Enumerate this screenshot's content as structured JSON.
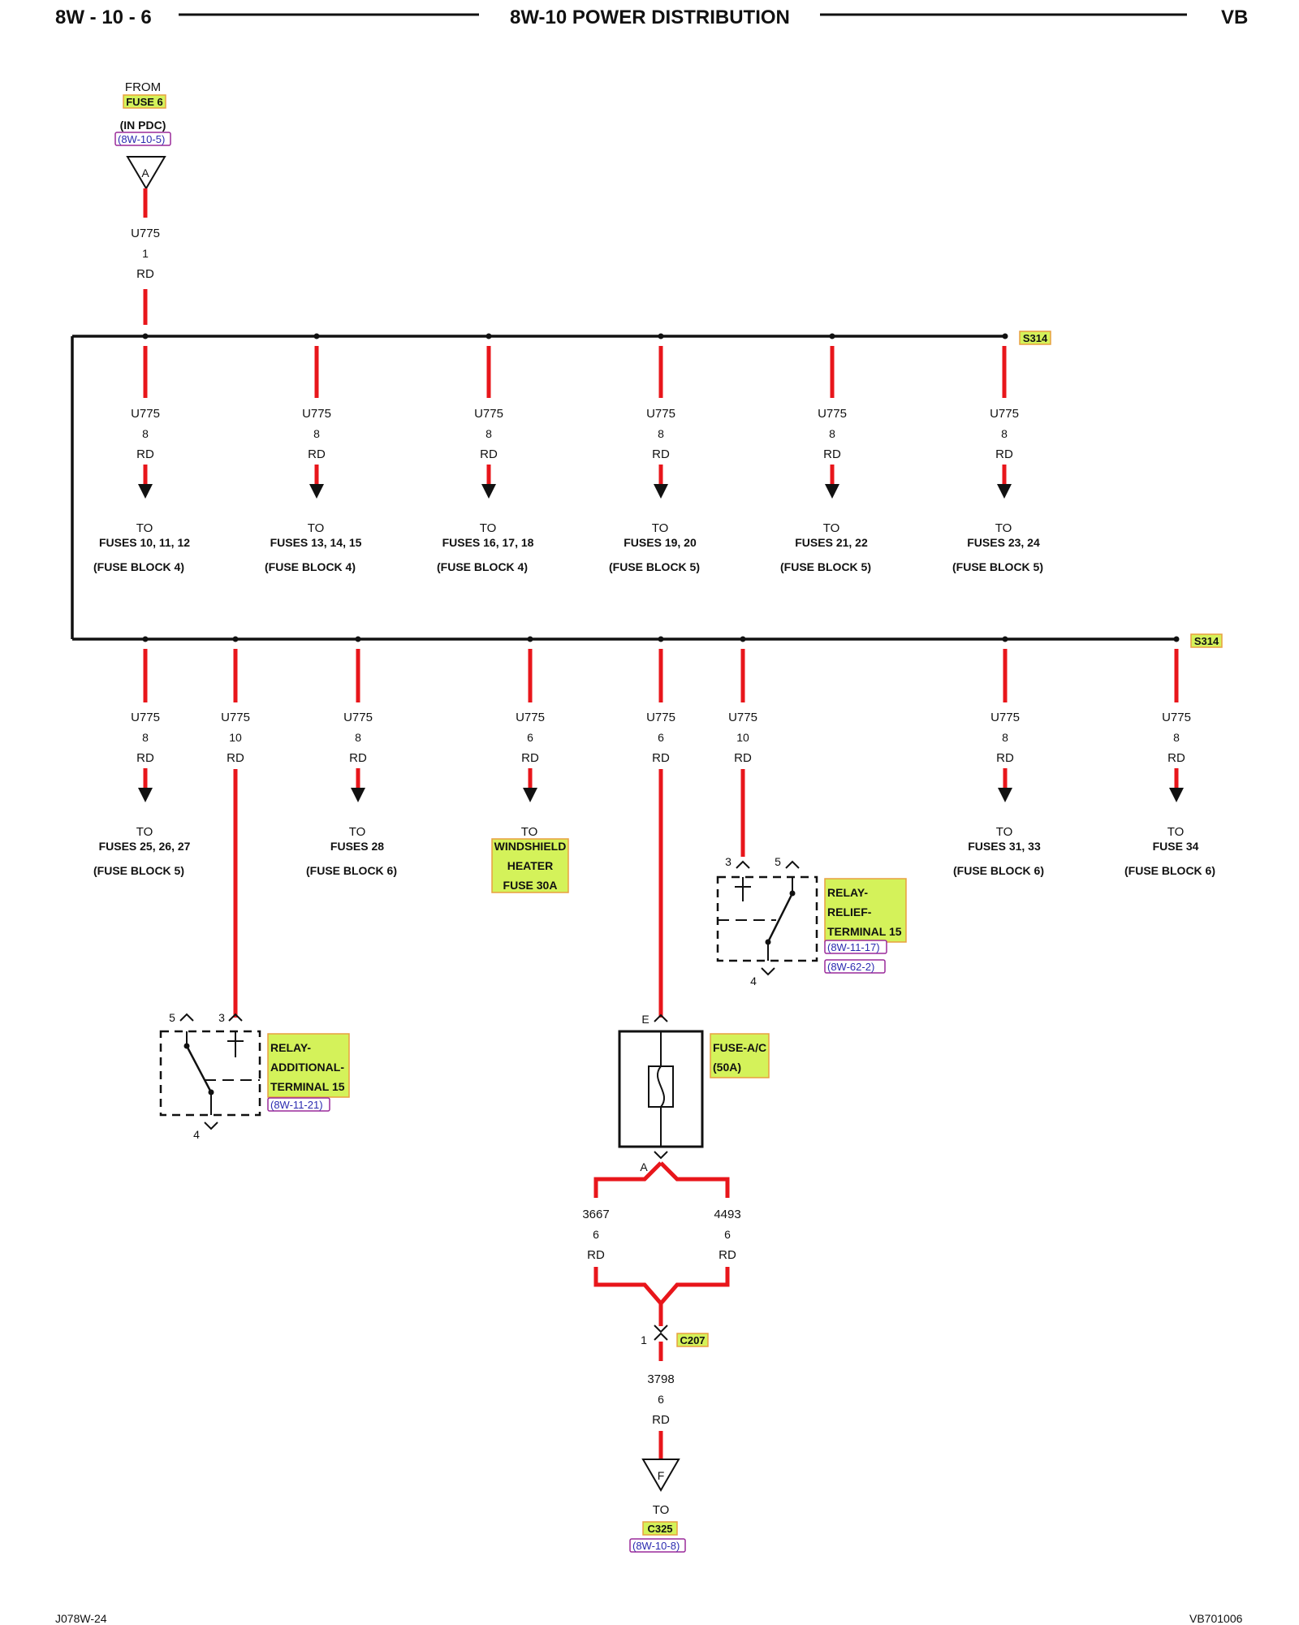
{
  "header": {
    "page_number": "8W - 10 - 6",
    "title": "8W-10 POWER DISTRIBUTION",
    "code": "VB"
  },
  "footer": {
    "left": "J078W-24",
    "right": "VB701006"
  },
  "source": {
    "from": "FROM",
    "fuse": "FUSE 6",
    "location": "(IN PDC)",
    "ref": "(8W-10-5)",
    "terminal": "A",
    "wire": {
      "circuit": "U775",
      "gauge": "1",
      "color": "RD"
    }
  },
  "splices": {
    "upper": "S314",
    "lower": "S314"
  },
  "upper_branches": [
    {
      "circuit": "U775",
      "gauge": "8",
      "color": "RD",
      "to": "TO",
      "dest": "FUSES 10, 11, 12",
      "block": "(FUSE BLOCK 4)"
    },
    {
      "circuit": "U775",
      "gauge": "8",
      "color": "RD",
      "to": "TO",
      "dest": "FUSES 13, 14, 15",
      "block": "(FUSE BLOCK 4)"
    },
    {
      "circuit": "U775",
      "gauge": "8",
      "color": "RD",
      "to": "TO",
      "dest": "FUSES 16, 17, 18",
      "block": "(FUSE BLOCK 4)"
    },
    {
      "circuit": "U775",
      "gauge": "8",
      "color": "RD",
      "to": "TO",
      "dest": "FUSES 19, 20",
      "block": "(FUSE BLOCK 5)"
    },
    {
      "circuit": "U775",
      "gauge": "8",
      "color": "RD",
      "to": "TO",
      "dest": "FUSES 21, 22",
      "block": "(FUSE BLOCK 5)"
    },
    {
      "circuit": "U775",
      "gauge": "8",
      "color": "RD",
      "to": "TO",
      "dest": "FUSES 23, 24",
      "block": "(FUSE BLOCK 5)"
    }
  ],
  "lower_branches": [
    {
      "circuit": "U775",
      "gauge": "8",
      "color": "RD",
      "to": "TO",
      "dest": "FUSES 25, 26, 27",
      "block": "(FUSE BLOCK 5)"
    },
    {
      "circuit": "U775",
      "gauge": "10",
      "color": "RD"
    },
    {
      "circuit": "U775",
      "gauge": "8",
      "color": "RD",
      "to": "TO",
      "dest": "FUSES 28",
      "block": "(FUSE BLOCK 6)"
    },
    {
      "circuit": "U775",
      "gauge": "6",
      "color": "RD",
      "to": "TO",
      "dest_lines": [
        "WINDSHIELD",
        "HEATER",
        "FUSE 30A"
      ]
    },
    {
      "circuit": "U775",
      "gauge": "6",
      "color": "RD"
    },
    {
      "circuit": "U775",
      "gauge": "10",
      "color": "RD"
    },
    {
      "circuit": "U775",
      "gauge": "8",
      "color": "RD",
      "to": "TO",
      "dest": "FUSES 31, 33",
      "block": "(FUSE BLOCK 6)"
    },
    {
      "circuit": "U775",
      "gauge": "8",
      "color": "RD",
      "to": "TO",
      "dest": "FUSE 34",
      "block": "(FUSE BLOCK 6)"
    }
  ],
  "relay_relief": {
    "label_lines": [
      "RELAY-",
      "RELIEF-",
      "TERMINAL 15"
    ],
    "refs": [
      "(8W-11-17)",
      "(8W-62-2)"
    ],
    "pin_in": "3",
    "pin_out": "5",
    "pin_coil": "4"
  },
  "relay_additional": {
    "label_lines": [
      "RELAY-",
      "ADDITIONAL-",
      "TERMINAL 15"
    ],
    "refs": [
      "(8W-11-21)"
    ],
    "pin_in": "3",
    "pin_out": "5",
    "pin_coil": "4"
  },
  "fuse_ac": {
    "label_lines": [
      "FUSE-A/C",
      "(50A)"
    ],
    "pin_in": "E",
    "pin_out": "A"
  },
  "fuse_out_wires": [
    {
      "circuit": "3667",
      "gauge": "6",
      "color": "RD"
    },
    {
      "circuit": "4493",
      "gauge": "6",
      "color": "RD"
    }
  ],
  "connector": {
    "pin": "1",
    "name": "C207"
  },
  "final_wire": {
    "circuit": "3798",
    "gauge": "6",
    "color": "RD"
  },
  "destination": {
    "terminal": "F",
    "to": "TO",
    "name": "C325",
    "ref": "(8W-10-8)"
  },
  "colors": {
    "wire": "#e8161b",
    "bus": "#111111",
    "label_highlight": "#d4f25a",
    "label_border": "#e8a040",
    "ref_border": "#9a2a9a",
    "ref_text": "#2b2bb0"
  }
}
